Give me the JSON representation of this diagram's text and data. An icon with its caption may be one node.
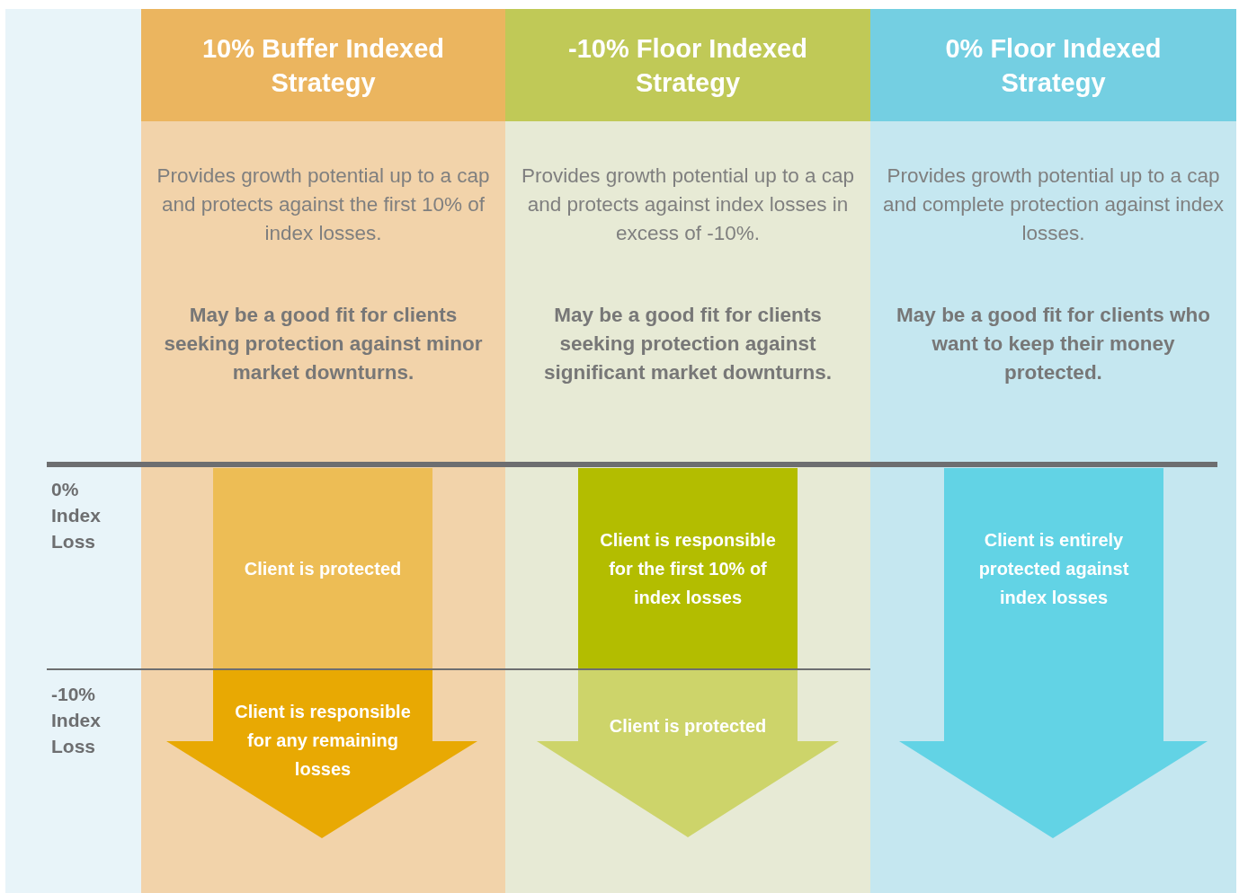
{
  "diagram": {
    "nodes": [
      {
        "text": [
          "10% Buffer Indexed Strategy",
          "Provides growth potential up to a cap and protects against the first 10% of index losses.",
          "May be a good fit for clients seeking protection against minor market downturns."
        ]
      },
      {
        "text": [
          "Client is protected"
        ],
        "in": 0
      },
      {
        "text": [
          "Client is responsible for any remaining losses"
        ],
        "in": 0
      },
      {
        "text": [
          "-10% Floor Indexed Strategy",
          "Provides growth potential up to a cap and protects against index losses in excess of -10%.",
          "May be a good fit for clients seeking protection against significant market downturns."
        ]
      },
      {
        "text": [
          "Client is responsible for the first 10% of index losses"
        ],
        "in": 3
      },
      {
        "text": [
          "Client is protected"
        ],
        "in": 3
      },
      {
        "text": [
          "0% Floor Indexed Strategy",
          "Provides growth potential up to a cap and complete protection against index losses.",
          "May be a good fit for clients who want to keep their money protected."
        ]
      },
      {
        "text": [
          "Client is entirely protected against index losses"
        ],
        "in": 6
      }
    ],
    "labels": [
      "0% Index Loss",
      "-10% Index Loss"
    ]
  }
}
